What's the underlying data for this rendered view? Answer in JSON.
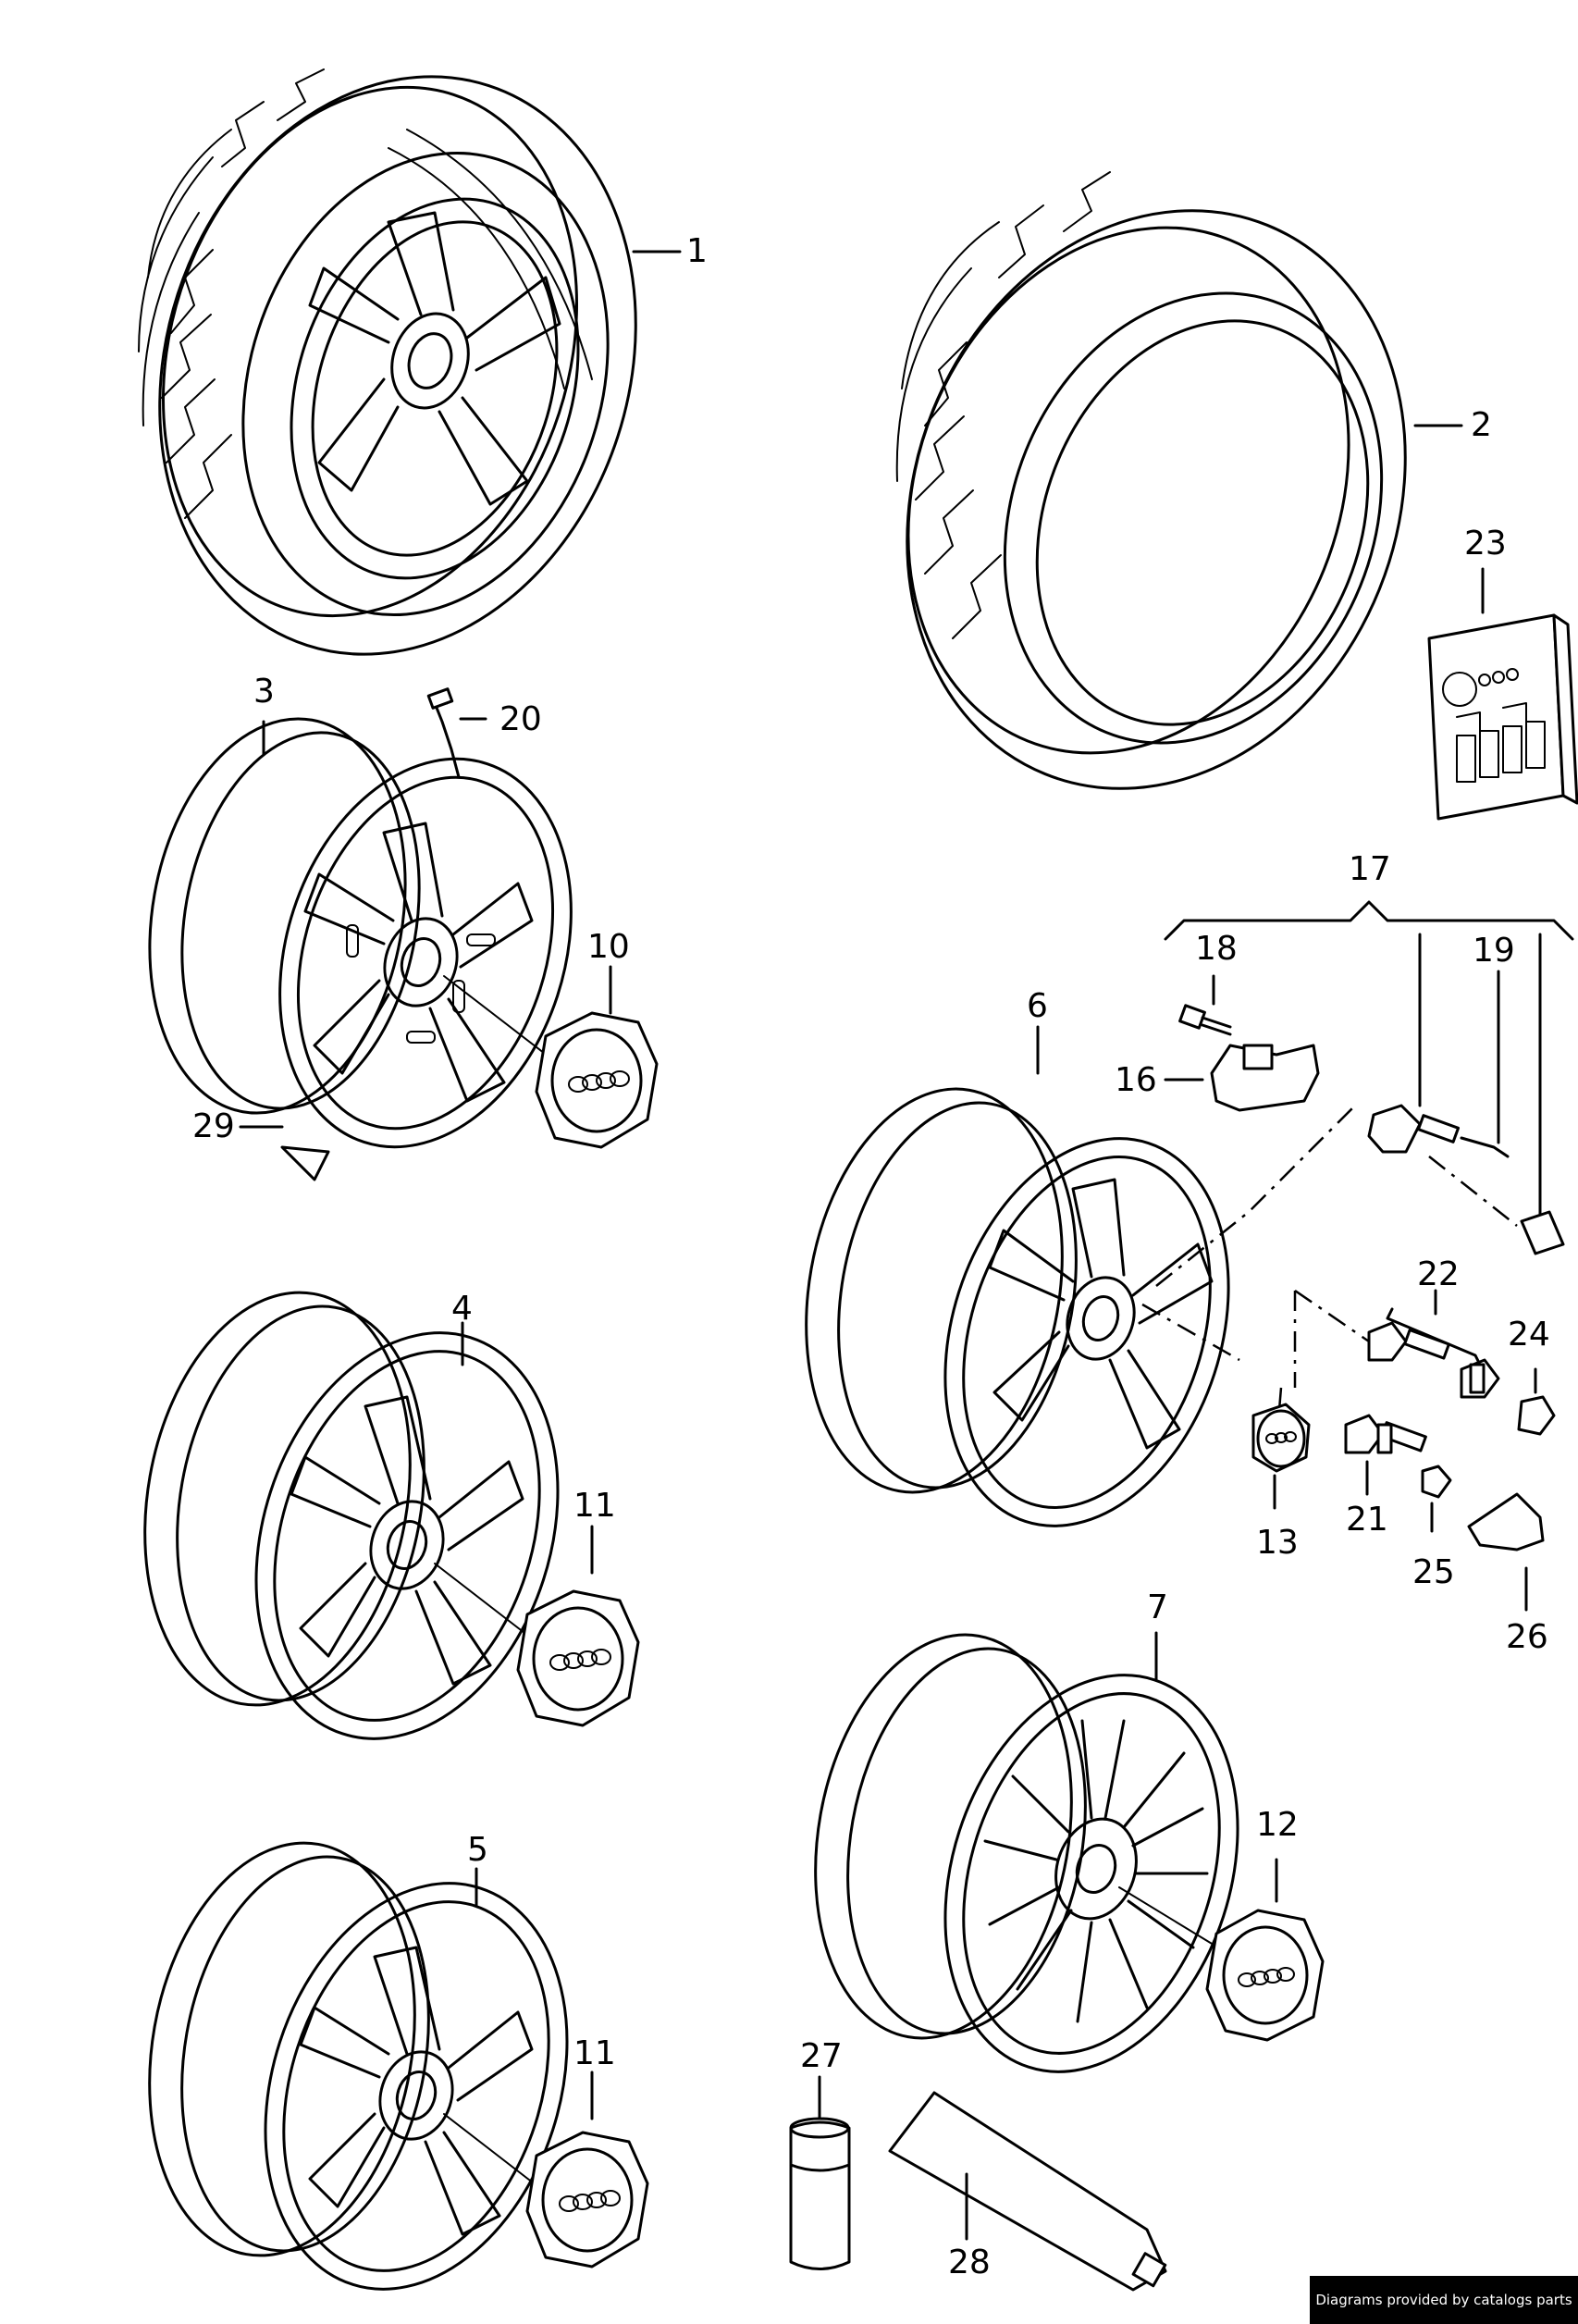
{
  "callouts": [
    {
      "id": "1",
      "label": "1"
    },
    {
      "id": "2",
      "label": "2"
    },
    {
      "id": "3",
      "label": "3"
    },
    {
      "id": "4",
      "label": "4"
    },
    {
      "id": "5",
      "label": "5"
    },
    {
      "id": "6",
      "label": "6"
    },
    {
      "id": "7",
      "label": "7"
    },
    {
      "id": "10",
      "label": "10"
    },
    {
      "id": "11a",
      "label": "11"
    },
    {
      "id": "11b",
      "label": "11"
    },
    {
      "id": "12",
      "label": "12"
    },
    {
      "id": "13",
      "label": "13"
    },
    {
      "id": "16",
      "label": "16"
    },
    {
      "id": "17",
      "label": "17"
    },
    {
      "id": "18",
      "label": "18"
    },
    {
      "id": "19",
      "label": "19"
    },
    {
      "id": "20",
      "label": "20"
    },
    {
      "id": "21",
      "label": "21"
    },
    {
      "id": "22",
      "label": "22"
    },
    {
      "id": "23",
      "label": "23"
    },
    {
      "id": "24",
      "label": "24"
    },
    {
      "id": "25",
      "label": "25"
    },
    {
      "id": "26",
      "label": "26"
    },
    {
      "id": "27",
      "label": "27"
    },
    {
      "id": "28",
      "label": "28"
    },
    {
      "id": "29",
      "label": "29"
    }
  ],
  "credit": "Diagrams provided by catalogs parts"
}
